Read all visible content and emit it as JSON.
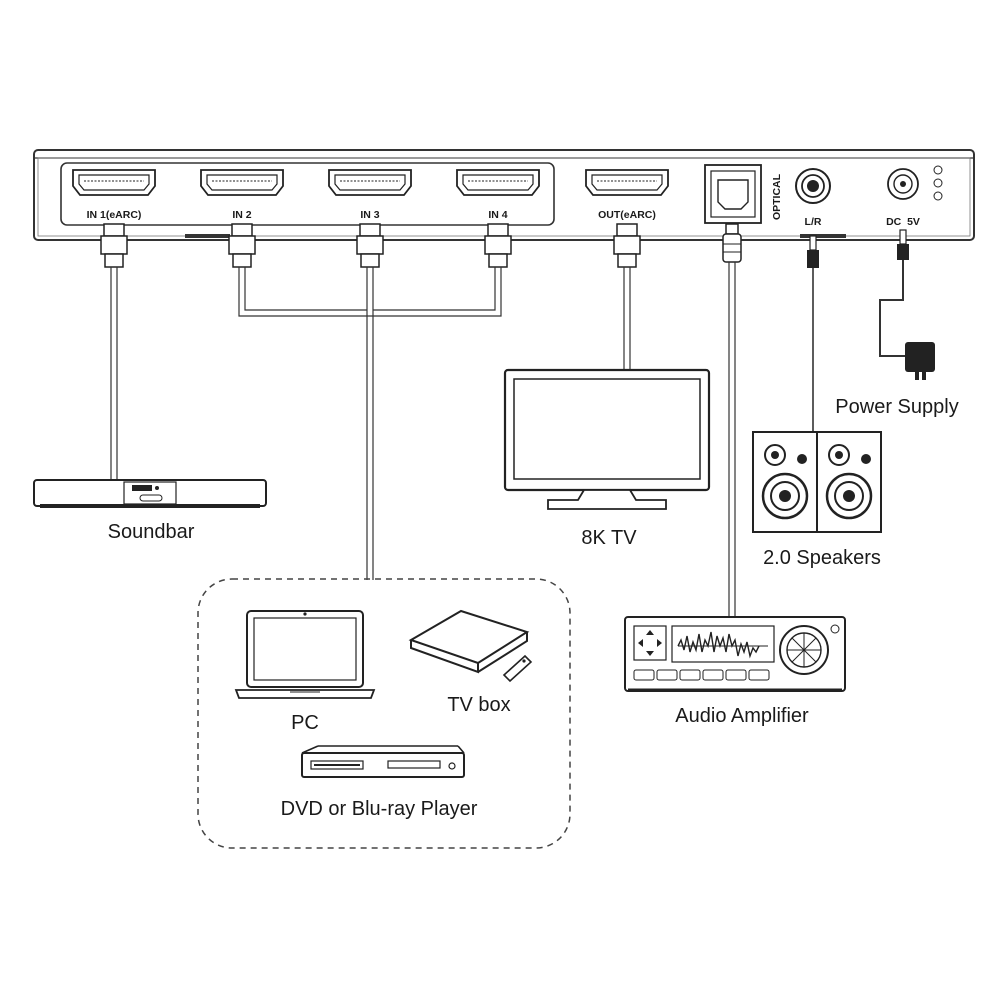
{
  "ports": {
    "in1": "IN 1(eARC)",
    "in2": "IN 2",
    "in3": "IN 3",
    "in4": "IN 4",
    "out": "OUT(eARC)",
    "optical": "OPTICAL",
    "lr": "L/R",
    "dc": "DC  5V"
  },
  "devices": {
    "soundbar": "Soundbar",
    "tv": "8K TV",
    "speakers": "2.0 Speakers",
    "power_supply": "Power Supply",
    "amplifier": "Audio Amplifier",
    "pc": "PC",
    "tv_box": "TV box",
    "dvd": "DVD or Blu-ray Player"
  },
  "colors": {
    "line": "#333333",
    "fill": "#ffffff",
    "dark": "#222222"
  }
}
